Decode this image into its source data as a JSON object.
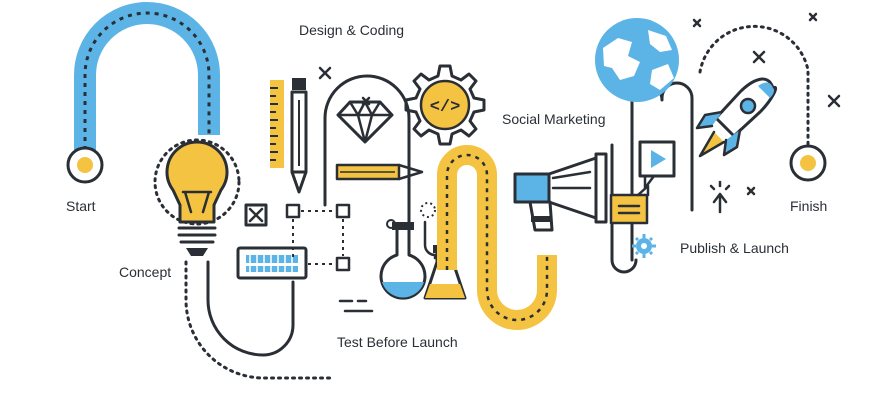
{
  "labels": {
    "start": "Start",
    "concept": "Concept",
    "design": "Design & Coding",
    "test": "Test Before Launch",
    "social": "Social Marketing",
    "publish": "Publish & Launch",
    "finish": "Finish"
  },
  "icons": {
    "code_gear": "</>"
  },
  "colors": {
    "blue": "#5bb4e5",
    "yellow": "#f5c342",
    "dark": "#2a2f36"
  }
}
